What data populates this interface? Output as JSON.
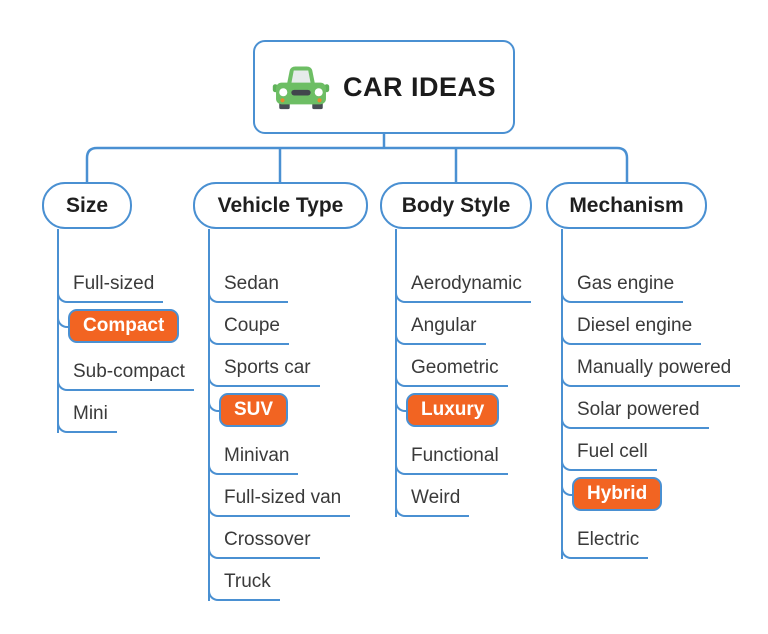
{
  "root": {
    "label": "CAR IDEAS",
    "icon": "car-icon"
  },
  "branches": [
    {
      "label": "Size",
      "items": [
        {
          "label": "Full-sized",
          "highlighted": false
        },
        {
          "label": "Compact",
          "highlighted": true
        },
        {
          "label": "Sub-compact",
          "highlighted": false
        },
        {
          "label": "Mini",
          "highlighted": false
        }
      ]
    },
    {
      "label": "Vehicle Type",
      "items": [
        {
          "label": "Sedan",
          "highlighted": false
        },
        {
          "label": "Coupe",
          "highlighted": false
        },
        {
          "label": "Sports car",
          "highlighted": false
        },
        {
          "label": "SUV",
          "highlighted": true
        },
        {
          "label": "Minivan",
          "highlighted": false
        },
        {
          "label": "Full-sized van",
          "highlighted": false
        },
        {
          "label": "Crossover",
          "highlighted": false
        },
        {
          "label": "Truck",
          "highlighted": false
        }
      ]
    },
    {
      "label": "Body Style",
      "items": [
        {
          "label": "Aerodynamic",
          "highlighted": false
        },
        {
          "label": "Angular",
          "highlighted": false
        },
        {
          "label": "Geometric",
          "highlighted": false
        },
        {
          "label": "Luxury",
          "highlighted": true
        },
        {
          "label": "Functional",
          "highlighted": false
        },
        {
          "label": "Weird",
          "highlighted": false
        }
      ]
    },
    {
      "label": "Mechanism",
      "items": [
        {
          "label": "Gas engine",
          "highlighted": false
        },
        {
          "label": "Diesel engine",
          "highlighted": false
        },
        {
          "label": "Manually powered",
          "highlighted": false
        },
        {
          "label": "Solar powered",
          "highlighted": false
        },
        {
          "label": "Fuel cell",
          "highlighted": false
        },
        {
          "label": "Hybrid",
          "highlighted": true
        },
        {
          "label": "Electric",
          "highlighted": false
        }
      ]
    }
  ],
  "colors": {
    "line": "#4a90d2",
    "highlight_fill": "#f26422",
    "highlight_text": "#ffffff",
    "item_text": "#3a3a3a",
    "car_body": "#6dbe64"
  }
}
